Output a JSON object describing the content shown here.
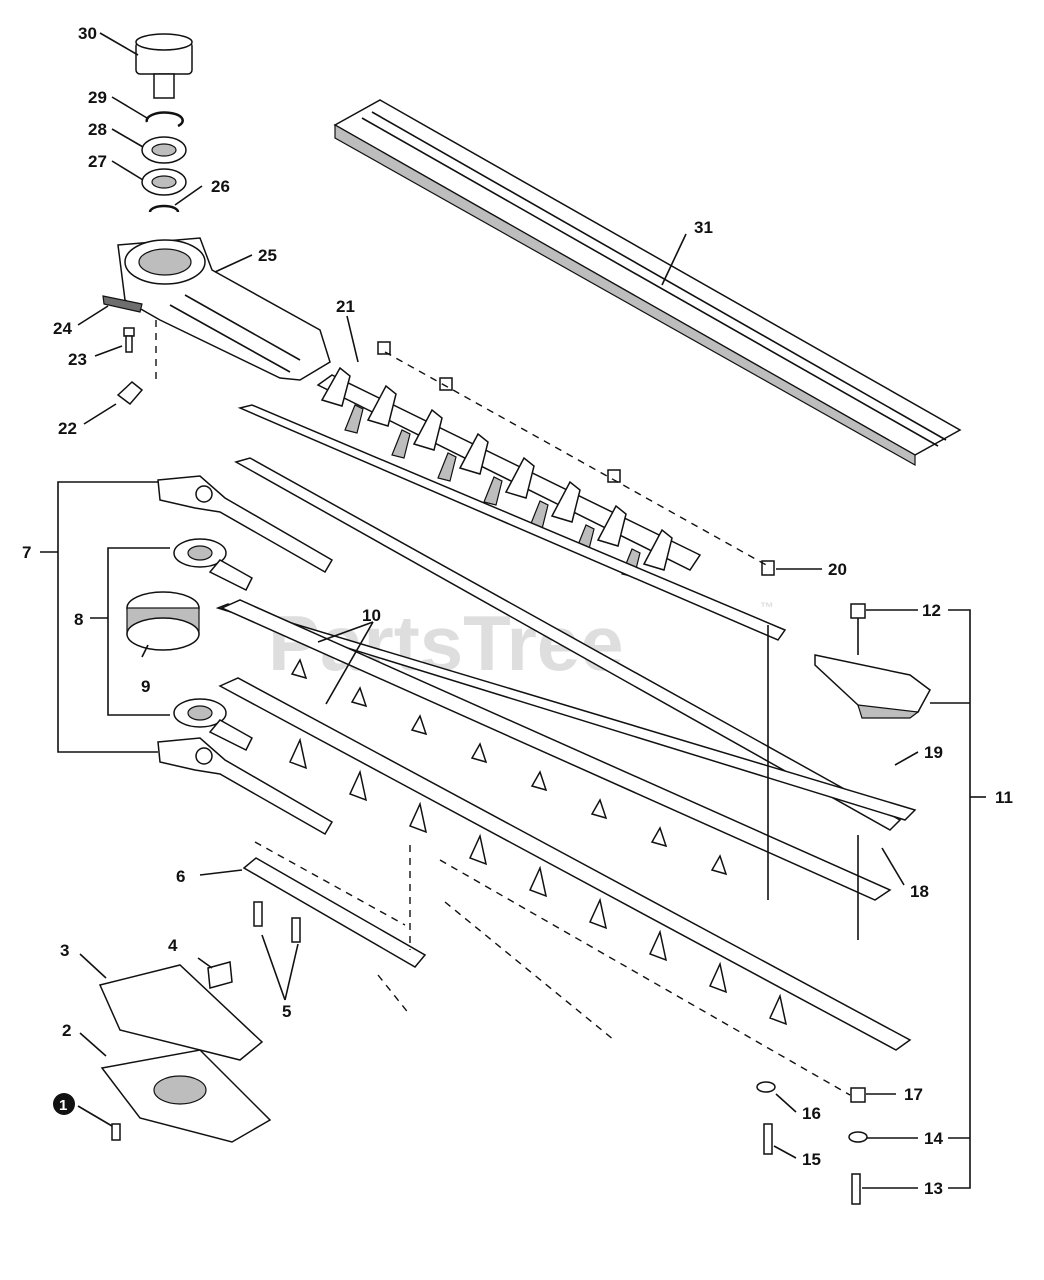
{
  "watermark": "PartsTree",
  "watermark_tm": "™",
  "callouts": {
    "c1": "1",
    "c2": "2",
    "c3": "3",
    "c4": "4",
    "c5": "5",
    "c6": "6",
    "c7": "7",
    "c8": "8",
    "c9": "9",
    "c10": "10",
    "c11": "11",
    "c12": "12",
    "c13": "13",
    "c14": "14",
    "c15": "15",
    "c16": "16",
    "c17": "17",
    "c18": "18",
    "c19": "19",
    "c20": "20",
    "c21": "21",
    "c22": "22",
    "c23": "23",
    "c24": "24",
    "c25": "25",
    "c26": "26",
    "c27": "27",
    "c28": "28",
    "c29": "29",
    "c30": "30",
    "c31": "31"
  },
  "colors": {
    "ink": "#111111",
    "shade": "#bdbdbd",
    "watermark": "#d4d4d4"
  }
}
